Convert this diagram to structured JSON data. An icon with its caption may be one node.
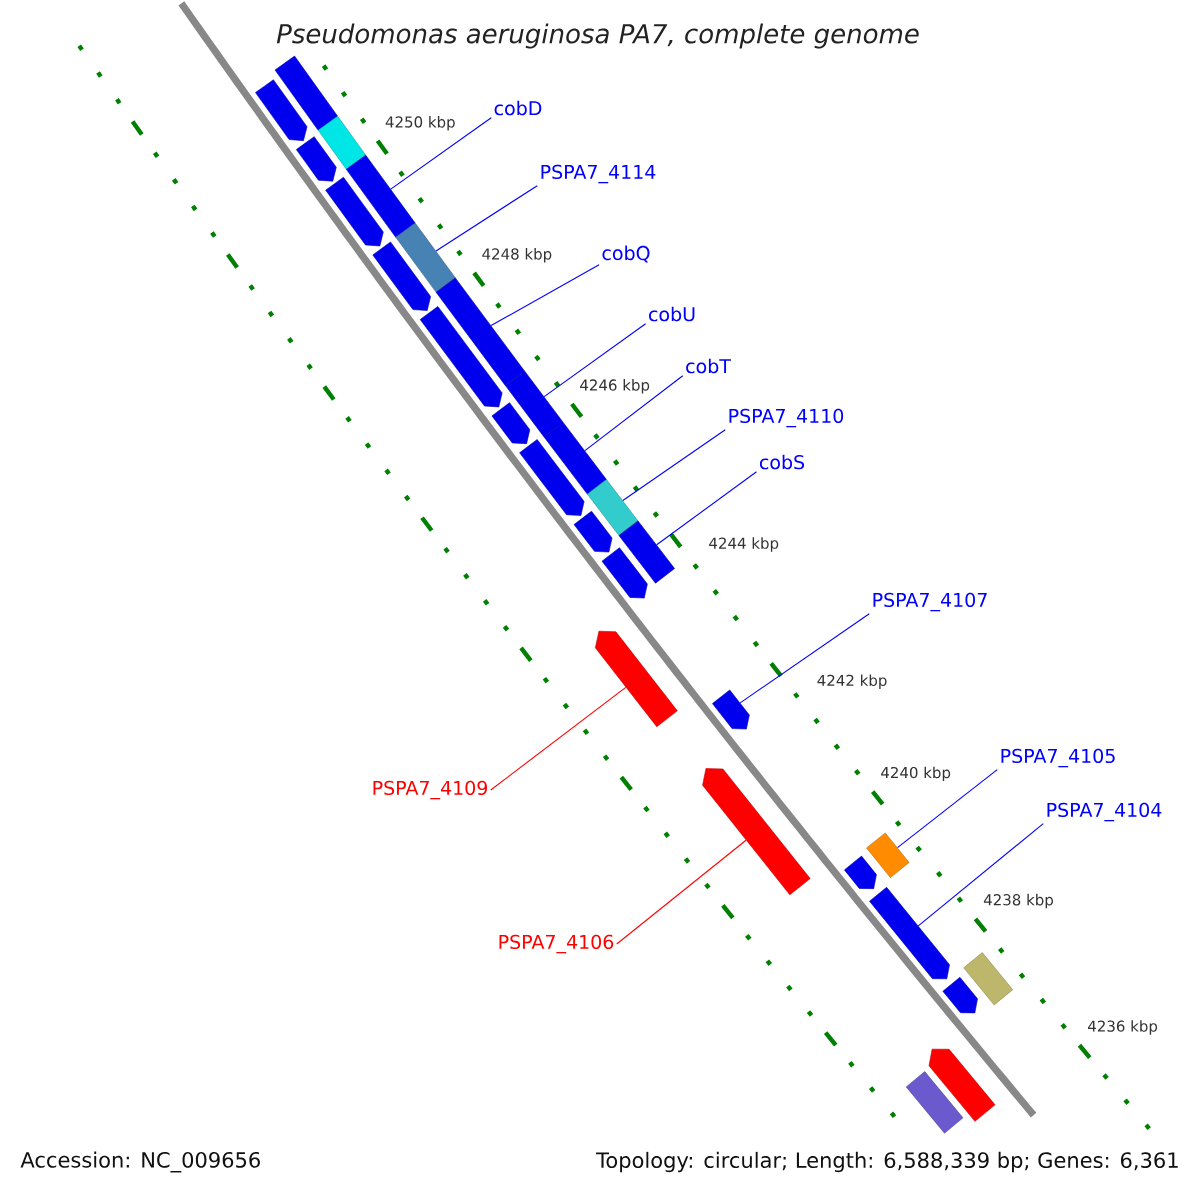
{
  "diagram": {
    "title": "Pseudomonas aeruginosa PA7, complete genome",
    "nodes": [
      {
        "text": [
          "cobD"
        ]
      },
      {
        "text": [
          "PSPA7_4114"
        ]
      },
      {
        "text": [
          "cobQ"
        ]
      },
      {
        "text": [
          "cobU"
        ]
      },
      {
        "text": [
          "cobT"
        ]
      },
      {
        "text": [
          "PSPA7_4110"
        ]
      },
      {
        "text": [
          "cobS"
        ]
      },
      {
        "text": [
          "PSPA7_4107"
        ]
      },
      {
        "text": [
          "PSPA7_4105"
        ]
      },
      {
        "text": [
          "PSPA7_4109"
        ]
      },
      {
        "text": [
          "PSPA7_4104"
        ]
      },
      {
        "text": [
          "PSPA7_4106"
        ]
      },
      {
        "text": [],
        "shape": "box"
      },
      {
        "text": [],
        "shape": "box"
      },
      {
        "text": [],
        "shape": "pentagon"
      },
      {
        "text": [],
        "shape": "pentagon"
      },
      {
        "text": [],
        "shape": "box"
      },
      {
        "text": [],
        "shape": "pentagon"
      },
      {
        "text": [],
        "shape": "box"
      },
      {
        "text": [],
        "shape": "pentagon"
      },
      {
        "text": [],
        "shape": "box"
      },
      {
        "text": [],
        "shape": "pentagon"
      },
      {
        "text": [],
        "shape": "box"
      },
      {
        "text": [],
        "shape": "pentagon"
      },
      {
        "text": [],
        "shape": "box"
      },
      {
        "text": [],
        "shape": "pentagon"
      },
      {
        "text": [],
        "shape": "box"
      },
      {
        "text": [],
        "shape": "pentagon"
      },
      {
        "text": [],
        "shape": "box"
      },
      {
        "text": [],
        "shape": "pentagon"
      },
      {
        "text": [],
        "shape": "pentagon"
      },
      {
        "text": [],
        "shape": "pentagon"
      },
      {
        "text": [],
        "shape": "pentagon"
      },
      {
        "text": [],
        "shape": "pentagon"
      },
      {
        "text": [],
        "shape": "box"
      },
      {
        "text": [],
        "shape": "pentagon"
      },
      {
        "text": [],
        "shape": "pentagon"
      },
      {
        "text": [],
        "shape": "box"
      },
      {
        "text": [],
        "shape": "pentagon"
      },
      {
        "text": [],
        "shape": "box"
      }
    ],
    "edges": [
      {
        "from": 0,
        "to": 16,
        "arrow": "none"
      },
      {
        "from": 1,
        "to": 18,
        "arrow": "none"
      },
      {
        "from": 2,
        "to": 20,
        "arrow": "none"
      },
      {
        "from": 3,
        "to": 22,
        "arrow": "none"
      },
      {
        "from": 4,
        "to": 24,
        "arrow": "none"
      },
      {
        "from": 5,
        "to": 26,
        "arrow": "none"
      },
      {
        "from": 6,
        "to": 28,
        "arrow": "none"
      },
      {
        "from": 7,
        "to": 31,
        "arrow": "none"
      },
      {
        "from": 8,
        "to": 34,
        "arrow": "none"
      },
      {
        "from": 9,
        "to": 30,
        "arrow": "none",
        "color": "#ff0000"
      },
      {
        "from": 10,
        "to": 35,
        "arrow": "none"
      },
      {
        "from": 11,
        "to": 32,
        "arrow": "none",
        "color": "#ff0000"
      }
    ],
    "labels": [
      "4250 kbp",
      "4248 kbp",
      "4246 kbp",
      "4244 kbp",
      "4242 kbp",
      "4240 kbp",
      "4238 kbp",
      "4236 kbp",
      "Accession: NC_009656",
      "Topology: circular; Length: 6,588,339 bp; Genes: 6,361"
    ]
  }
}
